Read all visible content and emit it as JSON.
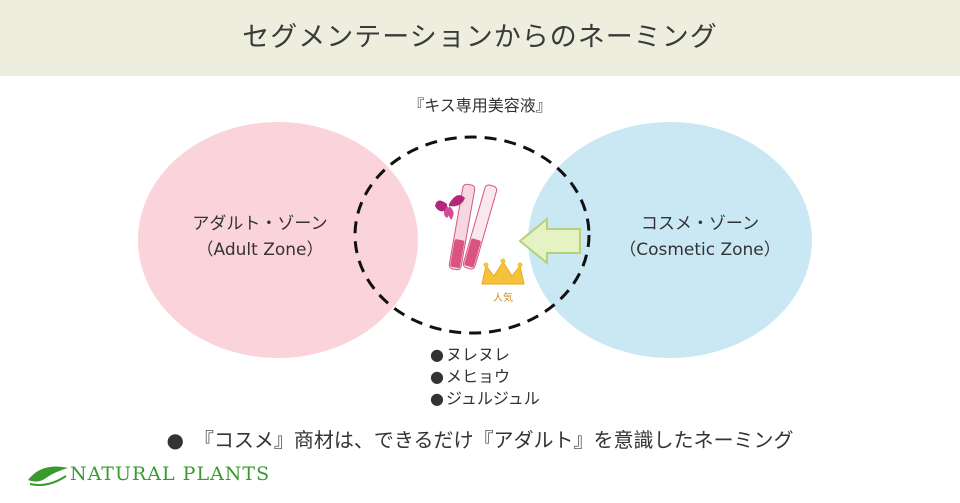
{
  "header": {
    "title": "セグメンテーションからのネーミング"
  },
  "product": {
    "name": "『キス専用美容液』",
    "badge": "人気"
  },
  "zones": {
    "adult": {
      "name": "アダルト・ゾーン",
      "sub": "（Adult Zone）",
      "color": "#fbd3da"
    },
    "cosmetic": {
      "name": "コスメ・ゾーン",
      "sub": "（Cosmetic Zone）",
      "color": "#c9e8f4"
    }
  },
  "features": [
    "ヌレヌレ",
    "メヒョウ",
    "ジュルジュル"
  ],
  "summary": {
    "bullet": "●",
    "text": "『コスメ』商材は、できるだけ『アダルト』を意識したネーミング"
  },
  "brand": {
    "name": "NATURAL PLANTS",
    "color": "#3a9a2e"
  },
  "colors": {
    "arrow": "#e4f2c4",
    "arrow_border": "#b5d17a",
    "crown": "#f5c23a",
    "dashed": "#111111"
  }
}
